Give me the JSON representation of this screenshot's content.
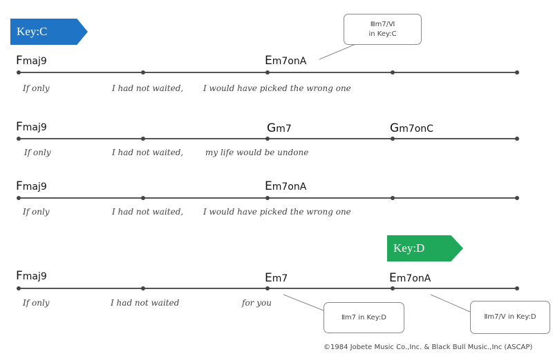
{
  "keys": {
    "c": "Key:C",
    "d": "Key:D"
  },
  "rows": [
    {
      "chords": [
        {
          "root": "F",
          "ext": "maj9"
        },
        {
          "root": "E",
          "ext": "m7onA"
        }
      ],
      "lyrics": [
        "If only",
        "I had not waited,",
        "I would have picked the wrong one"
      ]
    },
    {
      "chords": [
        {
          "root": "F",
          "ext": "maj9"
        },
        {
          "root": "G",
          "ext": "m7"
        },
        {
          "root": "G",
          "ext": "m7onC"
        }
      ],
      "lyrics": [
        "If only",
        "I had not waited,",
        "my life would be undone"
      ]
    },
    {
      "chords": [
        {
          "root": "F",
          "ext": "maj9"
        },
        {
          "root": "E",
          "ext": "m7onA"
        }
      ],
      "lyrics": [
        "If only",
        "I had not waited,",
        "I would have picked the wrong one"
      ]
    },
    {
      "chords": [
        {
          "root": "F",
          "ext": "maj9"
        },
        {
          "root": "E",
          "ext": "m7"
        },
        {
          "root": "E",
          "ext": "m7onA"
        }
      ],
      "lyrics": [
        "If only",
        "I had not waited",
        "for you"
      ]
    }
  ],
  "callouts": {
    "top": [
      "Ⅲm7/Ⅵ",
      "in Key:C"
    ],
    "bottom_left": "Ⅱm7 in Key:D",
    "bottom_right": "Ⅱm7/Ⅴ in Key:D"
  },
  "copyright": "©1984 Jobete Music Co.,Inc. & Black Bull Music.,Inc (ASCAP)",
  "colors": {
    "key_c": "#1f74c6",
    "key_d": "#1fa85a",
    "line": "#555555"
  }
}
